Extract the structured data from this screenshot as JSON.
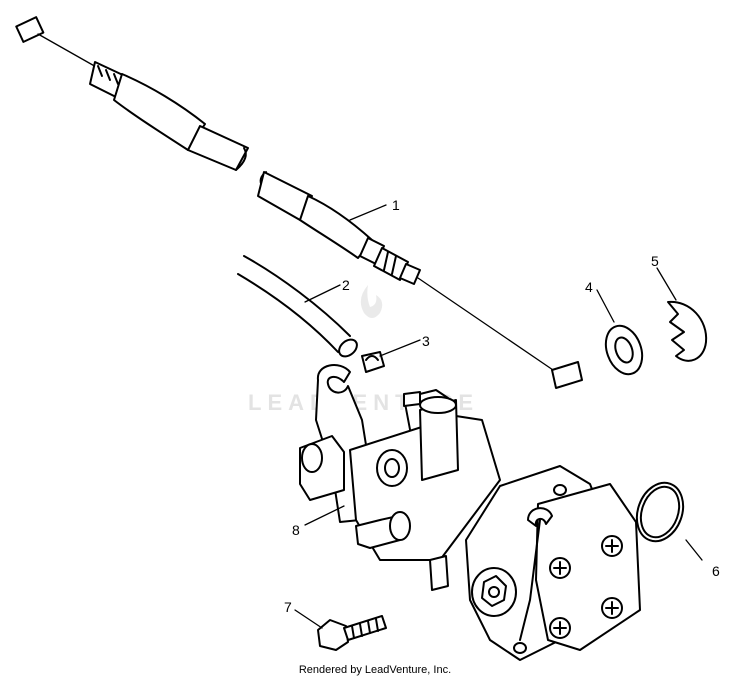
{
  "diagram": {
    "callouts": [
      "1",
      "2",
      "3",
      "4",
      "5",
      "6",
      "7",
      "8"
    ],
    "watermark": "LEADVENTURE"
  },
  "footer": {
    "text": "Rendered by LeadVenture, Inc."
  }
}
